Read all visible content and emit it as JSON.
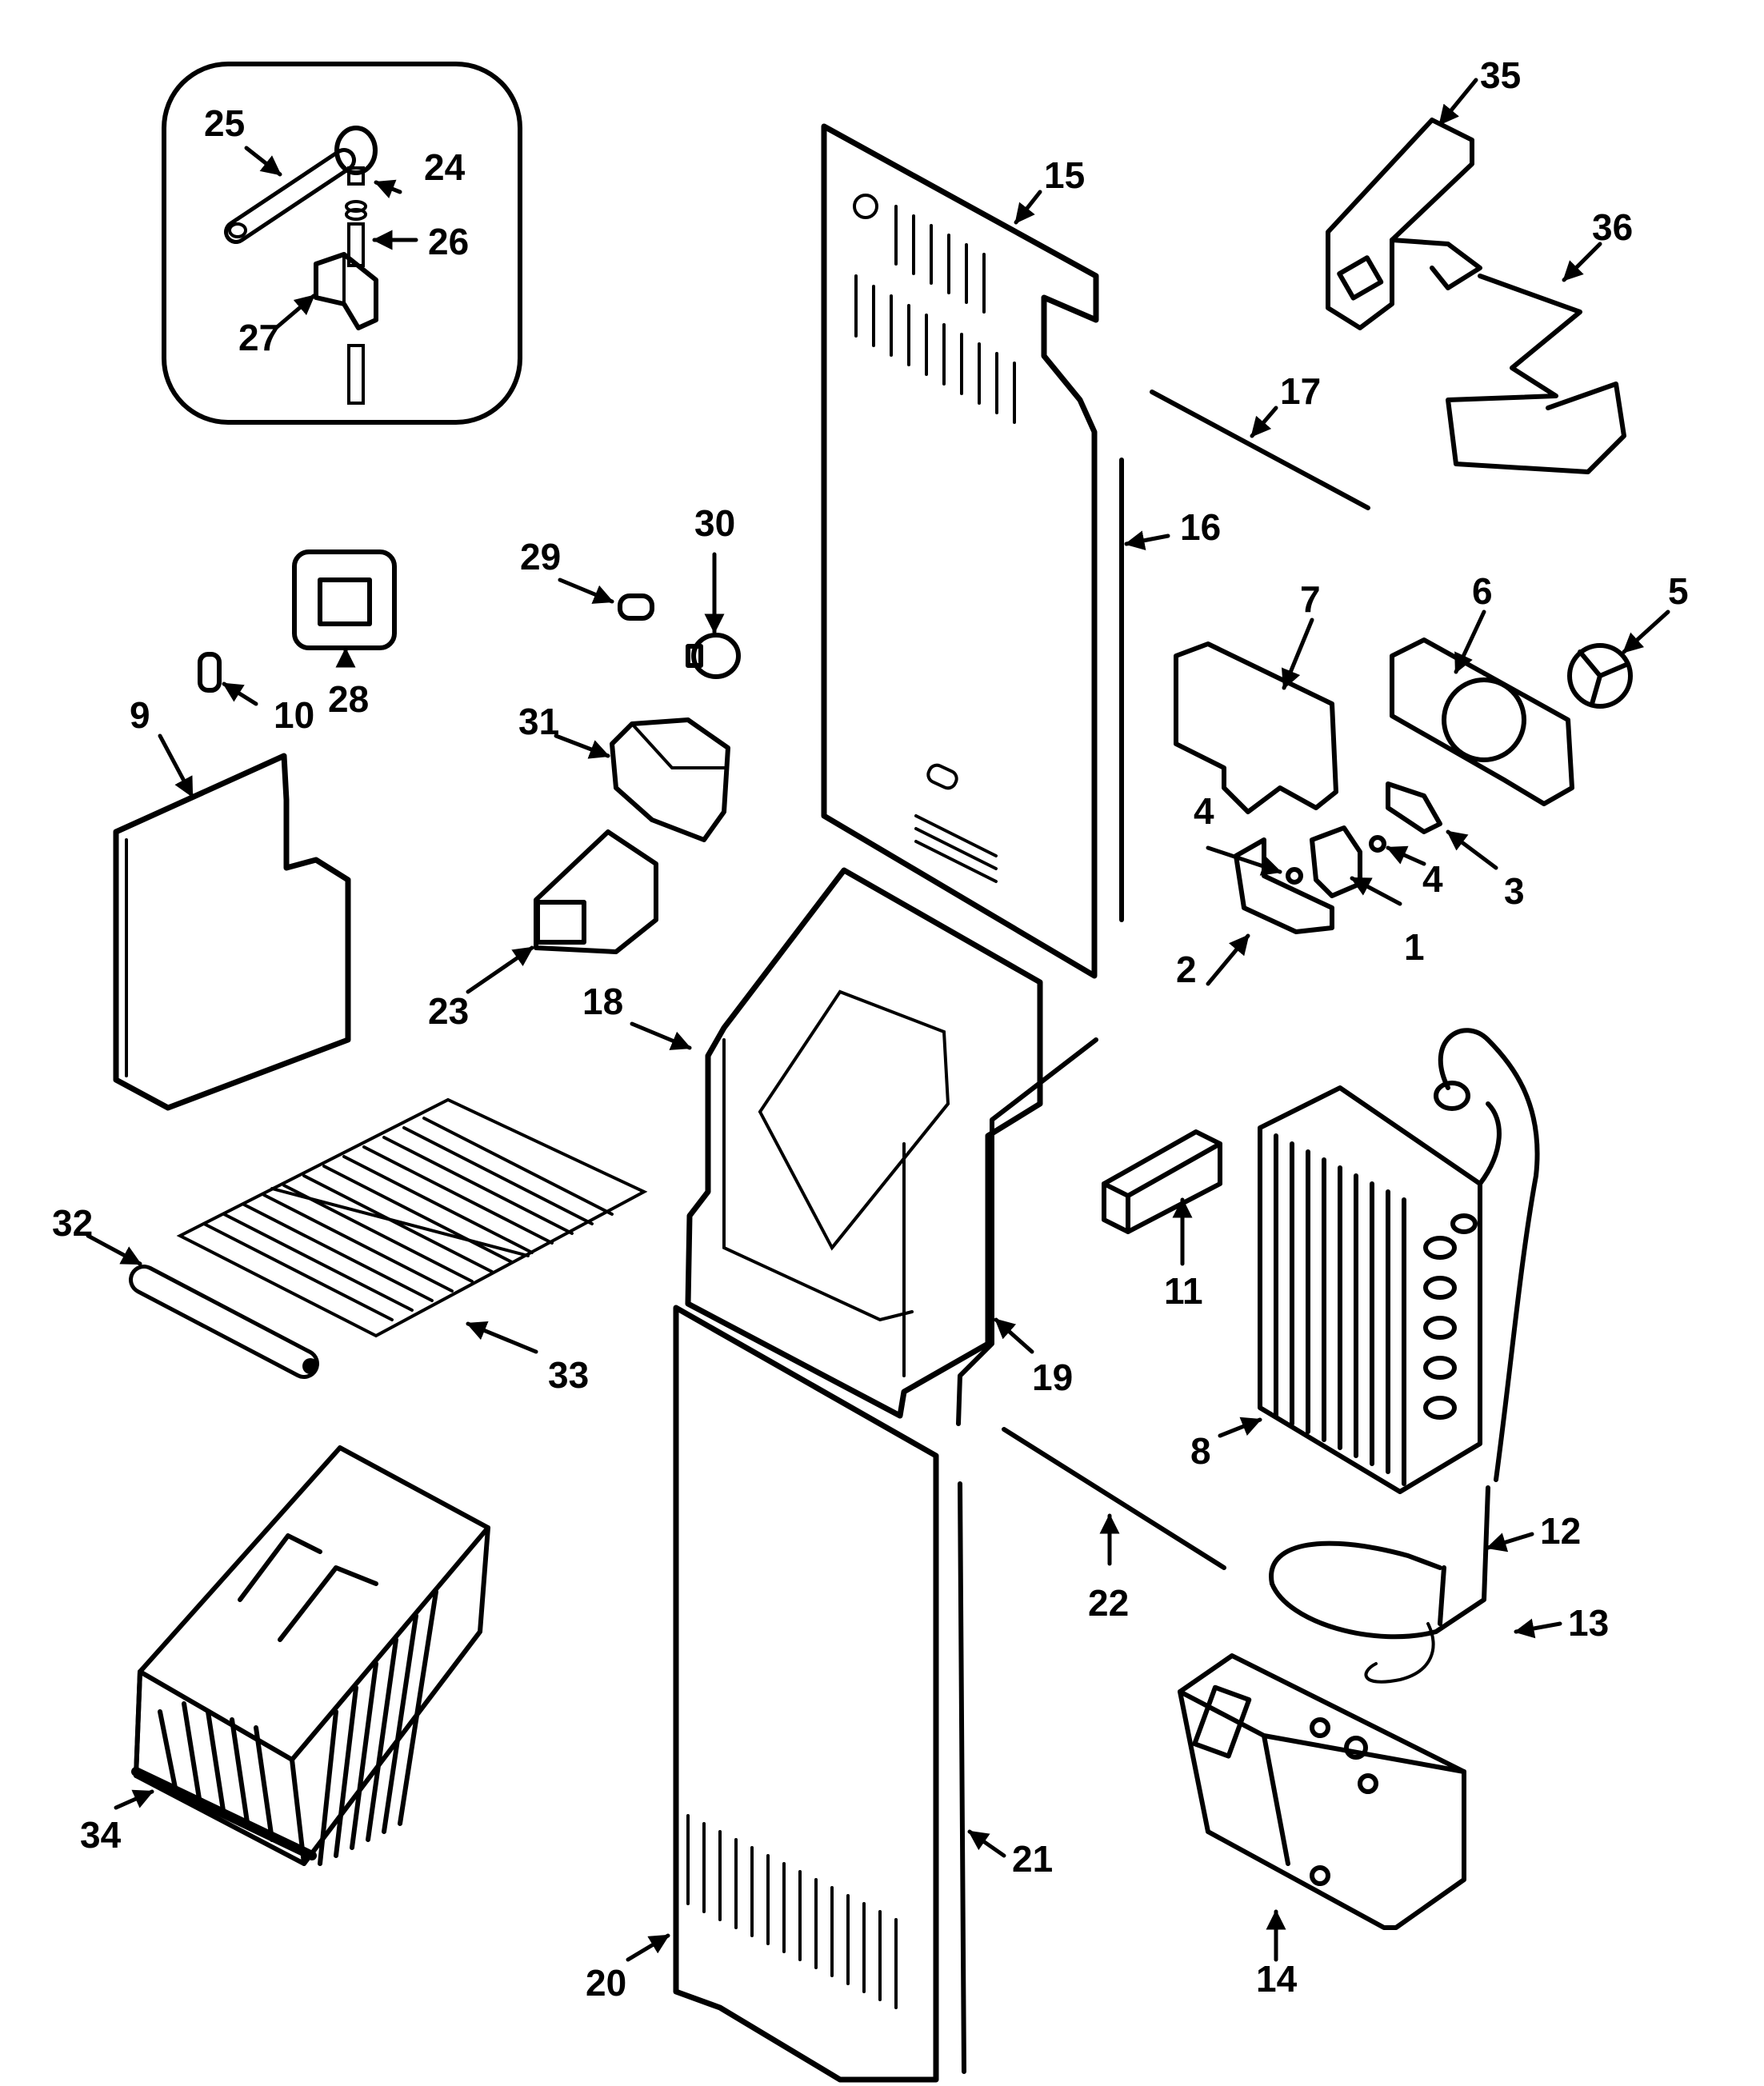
{
  "diagram": {
    "parts": [
      {
        "id": "p1",
        "label": "1"
      },
      {
        "id": "p2",
        "label": "2"
      },
      {
        "id": "p3",
        "label": "3"
      },
      {
        "id": "p4a",
        "label": "4"
      },
      {
        "id": "p4b",
        "label": "4"
      },
      {
        "id": "p5",
        "label": "5"
      },
      {
        "id": "p6",
        "label": "6"
      },
      {
        "id": "p7",
        "label": "7"
      },
      {
        "id": "p8",
        "label": "8"
      },
      {
        "id": "p9",
        "label": "9"
      },
      {
        "id": "p10",
        "label": "10"
      },
      {
        "id": "p11",
        "label": "11"
      },
      {
        "id": "p12",
        "label": "12"
      },
      {
        "id": "p13",
        "label": "13"
      },
      {
        "id": "p14",
        "label": "14"
      },
      {
        "id": "p15",
        "label": "15"
      },
      {
        "id": "p16",
        "label": "16"
      },
      {
        "id": "p17",
        "label": "17"
      },
      {
        "id": "p18",
        "label": "18"
      },
      {
        "id": "p19",
        "label": "19"
      },
      {
        "id": "p20",
        "label": "20"
      },
      {
        "id": "p21",
        "label": "21"
      },
      {
        "id": "p22",
        "label": "22"
      },
      {
        "id": "p23",
        "label": "23"
      },
      {
        "id": "p24",
        "label": "24"
      },
      {
        "id": "p25",
        "label": "25"
      },
      {
        "id": "p26",
        "label": "26"
      },
      {
        "id": "p27",
        "label": "27"
      },
      {
        "id": "p28",
        "label": "28"
      },
      {
        "id": "p29",
        "label": "29"
      },
      {
        "id": "p30",
        "label": "30"
      },
      {
        "id": "p31",
        "label": "31"
      },
      {
        "id": "p32",
        "label": "32"
      },
      {
        "id": "p33",
        "label": "33"
      },
      {
        "id": "p34",
        "label": "34"
      },
      {
        "id": "p35",
        "label": "35"
      },
      {
        "id": "p36",
        "label": "36"
      }
    ]
  }
}
